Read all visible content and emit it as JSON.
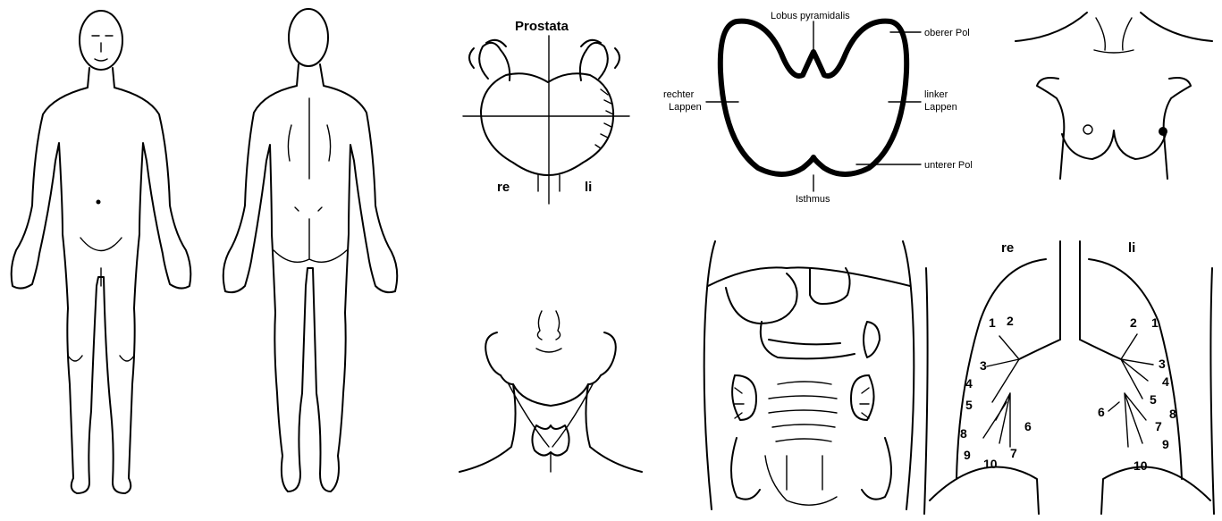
{
  "prostate": {
    "title": "Prostata",
    "right": "re",
    "left": "li"
  },
  "thyroid": {
    "pyramidal": "Lobus pyramidalis",
    "upper_pole": "oberer Pol",
    "right_lobe_1": "rechter",
    "right_lobe_2": "Lappen",
    "left_lobe_1": "linker",
    "left_lobe_2": "Lappen",
    "lower_pole": "unterer Pol",
    "isthmus": "Isthmus"
  },
  "lungs": {
    "right": "re",
    "left": "li",
    "right_segments": [
      "1",
      "2",
      "3",
      "4",
      "5",
      "6",
      "7",
      "8",
      "9",
      "10"
    ],
    "left_segments": [
      "1",
      "2",
      "3",
      "4",
      "5",
      "6",
      "7",
      "8",
      "9",
      "10"
    ]
  }
}
